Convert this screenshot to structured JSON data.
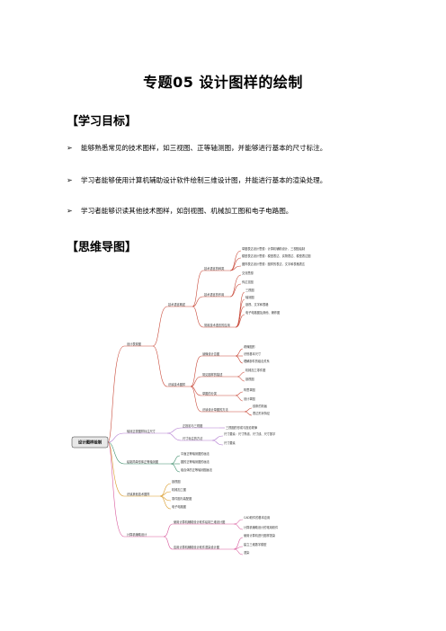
{
  "doc": {
    "title": "专题05  设计图样的绘制",
    "section_goals": "【学习目标】",
    "goals": [
      "能够熟悉常见的技术图样，如三视图、正等轴测图，并能够进行基本的尺寸标注。",
      "学习者能够使用计算机辅助设计软件绘制三维设计图，并能进行基本的渲染处理。",
      "学习者能够识读其他技术图样，如剖视图、机械加工图和电子电路图。"
    ],
    "bullet": "➢",
    "section_mindmap": "【思维导图】"
  },
  "mindmap": {
    "root": "设计图样绘制",
    "colors": {
      "root_fill": "#e8e8e8",
      "branch_1": "#c94a3a",
      "branch_2": "#b17ad0",
      "branch_3": "#3e8e6c",
      "branch_4": "#d99a27",
      "branch_5": "#d95c9e"
    },
    "b1": {
      "label": "设计表现图",
      "sub1": "技术语言概述",
      "sub1_a": "技术语言的种类",
      "sub1_a_items": [
        "草图表达设计思想：计算机辅助设计、三视图绘制",
        "模型表达设计思想：模型表达、实物表达、模型表达图",
        "图样表达设计思想：图样的表达、文字和表格表达"
      ],
      "sub1_b": "技术语言的作用",
      "sub1_b_items": [
        "交流思想",
        "传达意图"
      ],
      "sub1_c": "常用技术语言的应用",
      "sub1_c_items": [
        "三视图",
        "轴测图",
        "剖视、文字和表格",
        "电子电路图及其他、爆炸图"
      ],
      "sub2": "识读技术图样",
      "sub2_a": "读懂设计意图",
      "sub2_a_items": [
        "看懂图形",
        "识别基本尺寸",
        "理解部件的组合关系"
      ],
      "sub2_b": "常见图样的描述",
      "sub2_b_items": [
        "机械加工零件图",
        "剖视图"
      ],
      "sub2_c": "草图的分类",
      "sub2_c_items": [
        "构思草图",
        "设计草图"
      ],
      "sub2_d": "识读设计草图的方法",
      "sub2_d_items": [
        "线条的刻画",
        "表达形状特征"
      ]
    },
    "b2": {
      "label": "轴测正视图样标注尺寸",
      "sub1": "正投影与三视图",
      "sub1_items": [
        "三视图的形成与投影规律"
      ],
      "sub2": "尺寸标注的方法",
      "sub2_items": [
        "尺寸要素：尺寸界线、尺寸线、尺寸数字",
        "尺寸要素"
      ]
    },
    "b3": {
      "label": "绘制简单形体正等轴测图",
      "items": [
        "平面正等轴测图的画法",
        "圆的正等轴测图的画法",
        "组合体的正等轴测图画法"
      ]
    },
    "b4": {
      "label": "识读其他技术图样",
      "items": [
        "剖视图",
        "机械加工图",
        "零件图与装配图",
        "电子电路图"
      ]
    },
    "b5": {
      "label": "计算机辅助设计",
      "sub1": "使用计算机辅助设计软件绘制三维设计图",
      "sub1_items": [
        "CAD软件的基本应用",
        "计算机辅助设计的常用软件"
      ],
      "sub2": "应用计算机辅助设计软件渲染设计图",
      "sub2_items": [
        "使用计算机进行图样渲染",
        "建立三维数字模型",
        "渲染"
      ]
    }
  }
}
